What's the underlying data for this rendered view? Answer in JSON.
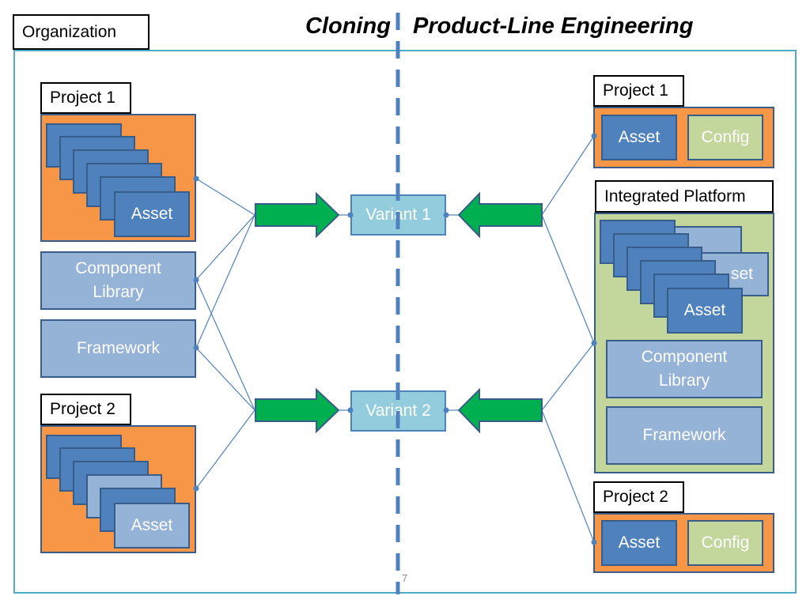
{
  "header": {
    "organization_label": "Organization",
    "title_left": "Cloning",
    "title_right": "Product-Line Engineering"
  },
  "left": {
    "project1": {
      "label": "Project 1",
      "asset_label": "Asset"
    },
    "component_library": "Component\nLibrary",
    "framework": "Framework",
    "project2": {
      "label": "Project 2",
      "asset_label": "Asset"
    }
  },
  "center": {
    "variant1": "Variant 1",
    "variant2": "Variant 2"
  },
  "right": {
    "project1": {
      "label": "Project 1",
      "asset": "Asset",
      "config": "Config"
    },
    "platform": {
      "label": "Integrated Platform",
      "asset_label": "Asset",
      "asset_partial": "set",
      "component_library": "Component\nLibrary",
      "framework": "Framework"
    },
    "project2": {
      "label": "Project 2",
      "asset": "Asset",
      "config": "Config"
    }
  },
  "footer": {
    "page_number": "7"
  },
  "colors": {
    "frame": "#4bacc6",
    "project": "#f79646",
    "asset_dark": "#4f81bd",
    "asset_light": "#95b3d7",
    "variant": "#93cddd",
    "platform": "#c3d69b",
    "arrow": "#00b050",
    "divider": "#4f81bd",
    "connector": "#4f81bd"
  }
}
